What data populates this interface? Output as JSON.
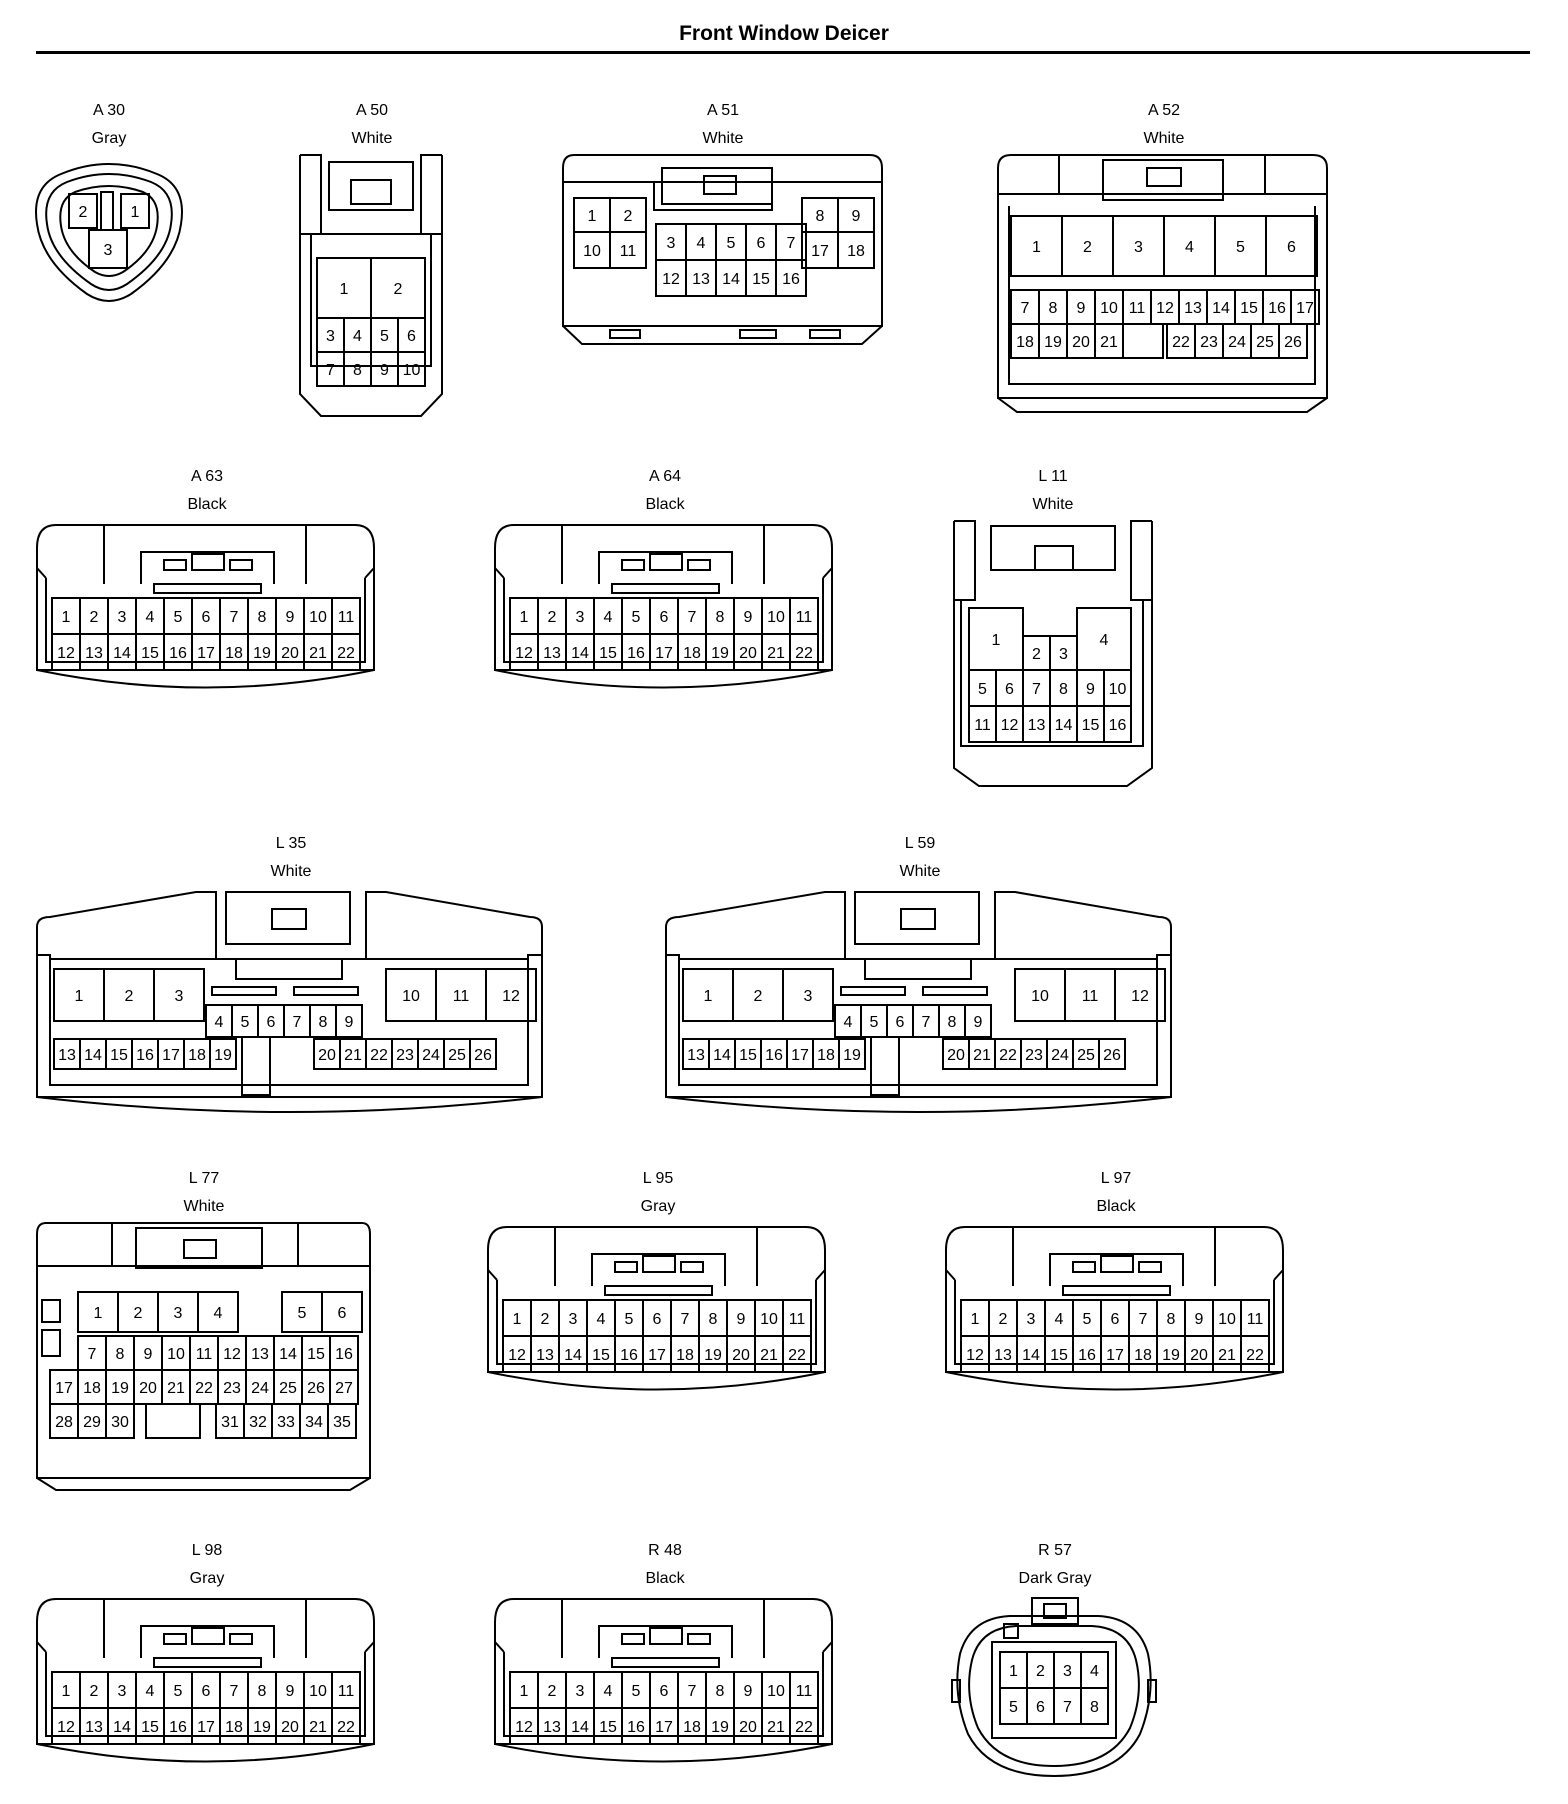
{
  "title": "Front Window Deicer",
  "connectors": [
    {
      "key": "A30",
      "id": "A 30",
      "color": "Gray",
      "style": "round3",
      "pins": 3
    },
    {
      "key": "A50",
      "id": "A 50",
      "color": "White",
      "style": "a50",
      "pins": 10
    },
    {
      "key": "A51",
      "id": "A 51",
      "color": "White",
      "style": "a51",
      "pins": 18
    },
    {
      "key": "A52",
      "id": "A 52",
      "color": "White",
      "style": "a52",
      "pins": 26
    },
    {
      "key": "A63",
      "id": "A 63",
      "color": "Black",
      "style": "std22",
      "pins": 22
    },
    {
      "key": "A64",
      "id": "A 64",
      "color": "Black",
      "style": "std22",
      "pins": 22
    },
    {
      "key": "L11",
      "id": "L 11",
      "color": "White",
      "style": "l11",
      "pins": 16
    },
    {
      "key": "L35",
      "id": "L 35",
      "color": "White",
      "style": "big26",
      "pins": 26
    },
    {
      "key": "L59",
      "id": "L 59",
      "color": "White",
      "style": "big26",
      "pins": 26
    },
    {
      "key": "L77",
      "id": "L 77",
      "color": "White",
      "style": "l77",
      "pins": 35
    },
    {
      "key": "L95",
      "id": "L 95",
      "color": "Gray",
      "style": "std22",
      "pins": 22
    },
    {
      "key": "L97",
      "id": "L 97",
      "color": "Black",
      "style": "std22",
      "pins": 22
    },
    {
      "key": "L98",
      "id": "L 98",
      "color": "Gray",
      "style": "std22",
      "pins": 22
    },
    {
      "key": "R48",
      "id": "R 48",
      "color": "Black",
      "style": "std22",
      "pins": 22
    },
    {
      "key": "R57",
      "id": "R 57",
      "color": "Dark Gray",
      "style": "round8",
      "pins": 8
    }
  ]
}
